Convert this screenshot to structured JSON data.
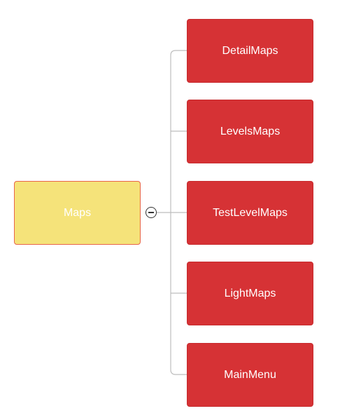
{
  "mindmap": {
    "root": {
      "label": "Maps",
      "fill": "#f5e37a",
      "border": "#e8654a"
    },
    "children": [
      {
        "label": "DetailMaps"
      },
      {
        "label": "LevelsMaps"
      },
      {
        "label": "TestLevelMaps"
      },
      {
        "label": "LightMaps"
      },
      {
        "label": "MainMenu"
      }
    ],
    "child_fill": "#d63235",
    "connector_color": "#bdbdbd",
    "collapse_toggle_icon": "minus-circle-icon"
  }
}
